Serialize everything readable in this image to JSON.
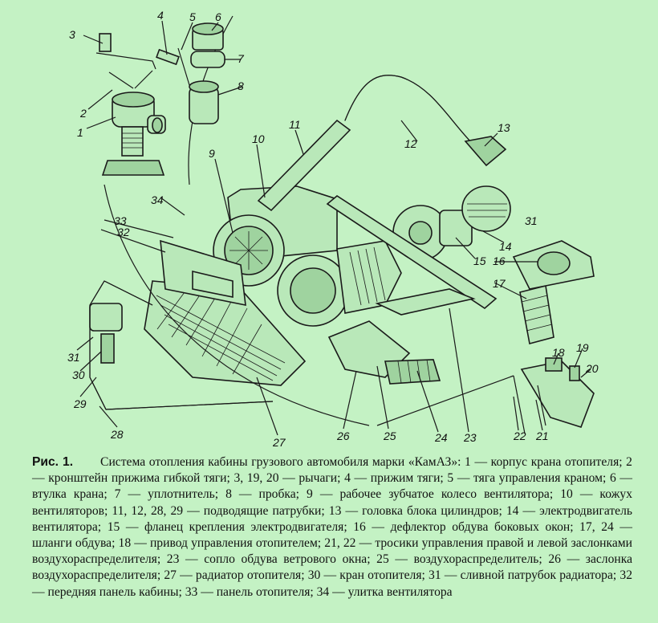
{
  "figure": {
    "callouts": [
      {
        "n": "1"
      },
      {
        "n": "2"
      },
      {
        "n": "3"
      },
      {
        "n": "4"
      },
      {
        "n": "5"
      },
      {
        "n": "6"
      },
      {
        "n": "7"
      },
      {
        "n": "8"
      },
      {
        "n": "9"
      },
      {
        "n": "10"
      },
      {
        "n": "11"
      },
      {
        "n": "12"
      },
      {
        "n": "13"
      },
      {
        "n": "14"
      },
      {
        "n": "15"
      },
      {
        "n": "16"
      },
      {
        "n": "17"
      },
      {
        "n": "18"
      },
      {
        "n": "19"
      },
      {
        "n": "20"
      },
      {
        "n": "21"
      },
      {
        "n": "22"
      },
      {
        "n": "23"
      },
      {
        "n": "24"
      },
      {
        "n": "25"
      },
      {
        "n": "26"
      },
      {
        "n": "27"
      },
      {
        "n": "28"
      },
      {
        "n": "29"
      },
      {
        "n": "30"
      },
      {
        "n": "31"
      },
      {
        "n": "32"
      },
      {
        "n": "33"
      },
      {
        "n": "34"
      },
      {
        "n": "31"
      }
    ]
  },
  "caption": {
    "label": "Рис. 1.",
    "text": "Система отопления кабины грузового автомобиля марки «КамАЗ»: 1 — корпус крана отопителя; 2 — кронштейн прижима гибкой тяги; 3, 19, 20 — рычаги; 4 — прижим тяги; 5 — тяга управления краном; 6 — втулка крана; 7 — уплотнитель; 8 — пробка; 9 — рабочее зубчатое колесо вентилятора; 10 — кожух вентиляторов; 11, 12, 28, 29 — подводящие патрубки; 13 — головка блока цилиндров; 14 — электродвигатель вентилятора; 15 — фланец крепления электродвигателя; 16 — дефлектор обдува боковых окон; 17, 24 — шланги обдува; 18 — привод управления отопителем; 21, 22 — тросики управления правой и левой заслонками воздухораспределителя; 23 — сопло обдува ветрового окна; 25 — воздухораспределитель; 26 — заслонка воздухораспределителя; 27 — радиатор отопителя; 30 — кран отопителя; 31 — сливной патрубок радиатора; 32 — передняя панель кабины; 33 — панель отопителя; 34 — улитка вентилятора"
  }
}
